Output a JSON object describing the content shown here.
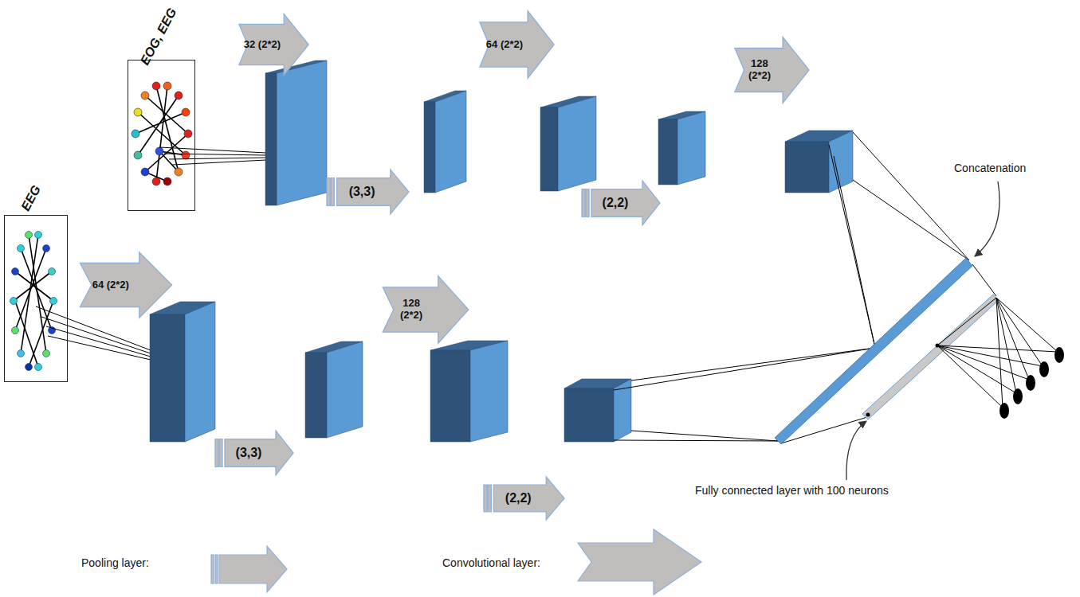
{
  "diagram": {
    "nodes": [
      {
        "text": [
          "EOG, EEG"
        ]
      },
      {
        "text": [
          "32 (2*2)"
        ]
      },
      {
        "text": [
          "(3,3)"
        ]
      },
      {
        "text": [
          "64 (2*2)"
        ]
      },
      {
        "text": [
          "(2,2)"
        ]
      },
      {
        "text": [
          "128 (2*2)"
        ]
      },
      {
        "text": [
          "EEG"
        ]
      },
      {
        "text": [
          "64 (2*2)"
        ]
      },
      {
        "text": [
          "(3,3)"
        ]
      },
      {
        "text": [
          "128 (2*2)"
        ]
      },
      {
        "text": [
          "(2,2)"
        ]
      }
    ],
    "labels": [
      "Concatenation",
      "Fully connected layer with 100 neurons"
    ],
    "legend": [
      {
        "text": "Pooling layer:"
      },
      {
        "text": "Convolutional layer:"
      }
    ]
  }
}
